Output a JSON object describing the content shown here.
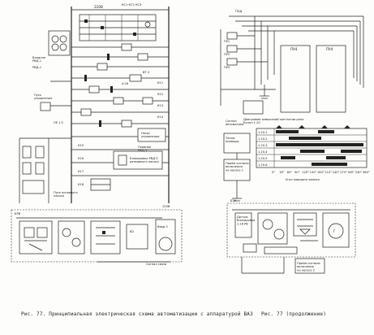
{
  "left_page": {
    "caption": "Рис. 77. Принципиальная электрическая схема автоматизации с аппаратурой ВАЗ",
    "labels": {
      "top_main": "220В",
      "contacts_top": "КС1 КС2 КС3",
      "contact_pvd": "Входное\nРВД-1",
      "contact_rvd1": "РВД-1",
      "contact_pvd2": "РВД-1",
      "coil_a": "ВТ 4",
      "coil_b": "4.26",
      "pump_control": "Пуск\nуправления",
      "mode_sw": "ПЕ 1.5",
      "pump_block": "Насос\nуправления",
      "relay_pvd5": "Плавное\nРВД-5",
      "block_reserve": "Блокировка РВД-5\nрезервного насоса",
      "main_pump_start": "Пуск основного\nнасоса",
      "phase_block": "ВЗ",
      "phase_block2": "Ввод 3",
      "k11": "К11",
      "k12": "К12",
      "k13": "К13",
      "k14": "К14",
      "k15": "К15",
      "k16": "К16",
      "k17": "К17",
      "k18": "К18",
      "bottom_bus": "120В",
      "bottom_label": "БРВ",
      "bottom_sig": "Сигнал связи"
    }
  },
  "right_page": {
    "caption": "Рис. 77 (продолжение)",
    "labels": {
      "top_bus": "ПЛД",
      "unit_a": "ПУ4",
      "unit_b": "ПУ4",
      "coil_1": "ПУ1",
      "coil_2": "ПУ2",
      "coil_3": "ПУ3",
      "aux_block": "Сигнал\nавтоматики",
      "diagram_title": "Диаграмма замыканий контактов реле\nКупол 1.20",
      "timing_rows": [
        "1.20-1",
        "1.20-2",
        "1.20-3",
        "1.20-4",
        "1.20-5",
        "1.20-6"
      ],
      "degree_axis": [
        "0°",
        "30°",
        "60°",
        "90°",
        "120°",
        "150°",
        "180°",
        "210°",
        "240°",
        "270°",
        "300°",
        "330°",
        "360°"
      ],
      "angle_caption": "Угол поворота валика",
      "mid_block_1": "Тепло-\nпроводы",
      "mid_block_2": "Приём сигнала\nвключения\nна насосе 1",
      "mid_block_3": "Приём сигнала\nвключения\nна насосе 2",
      "bottom_bus": "БЗК",
      "bottom_note": "Датчик\nблокировки\n1.16 РВ",
      "bottom_gen": "Г"
    }
  }
}
